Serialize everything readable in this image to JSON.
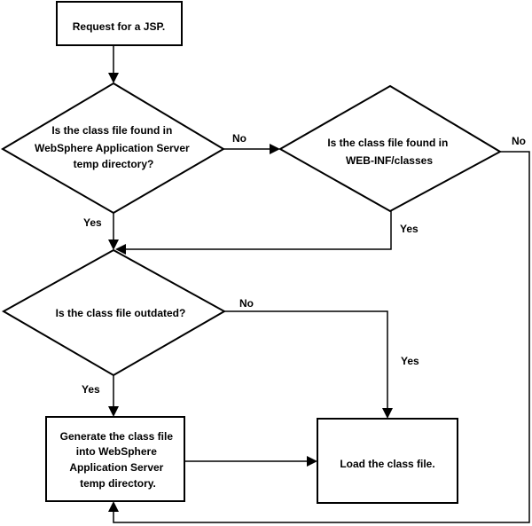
{
  "nodes": {
    "start": {
      "lines": [
        "Request for a JSP."
      ]
    },
    "decision_temp": {
      "lines": [
        "Is the class file found in",
        "WebSphere Application Server",
        "temp directory?"
      ]
    },
    "decision_webinf": {
      "lines": [
        "Is the class file found in",
        "WEB-INF/classes"
      ]
    },
    "decision_outdated": {
      "lines": [
        "Is the class file outdated?"
      ]
    },
    "generate": {
      "lines": [
        "Generate the class file",
        "into WebSphere",
        "Application Server",
        "temp directory."
      ]
    },
    "load": {
      "lines": [
        "Load the class file."
      ]
    }
  },
  "edge_labels": {
    "temp_no": "No",
    "webinf_no": "No",
    "temp_yes": "Yes",
    "webinf_yes": "Yes",
    "outdated_no": "No",
    "outdated_yes_right": "Yes",
    "outdated_yes_down": "Yes"
  }
}
